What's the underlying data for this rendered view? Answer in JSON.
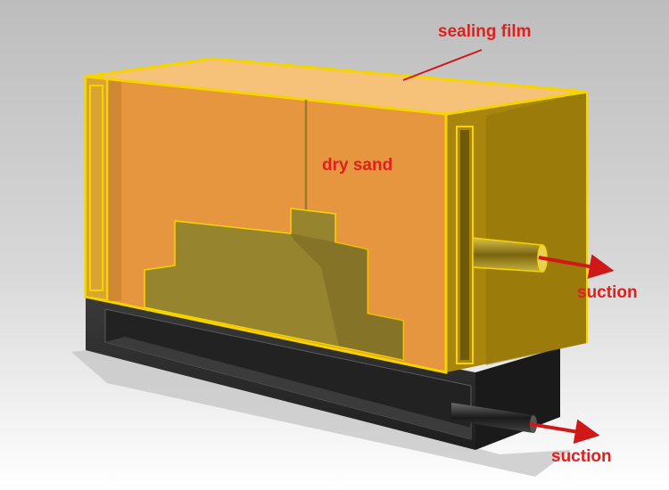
{
  "labels": {
    "sealing_film": "sealing film",
    "dry_sand": "dry sand",
    "suction_upper": "suction",
    "suction_lower": "suction"
  },
  "colors": {
    "background_top": "#bfbfbf",
    "background_bottom": "#ffffff",
    "flask_fill": "#e6963e",
    "flask_top": "#f6c27a",
    "flask_edge": "#f5d400",
    "flask_side": "#a8860e",
    "base_front": "#2e2e2e",
    "base_side": "#1c1c1c",
    "pattern": "#97842e",
    "label_red": "#e0201e"
  }
}
